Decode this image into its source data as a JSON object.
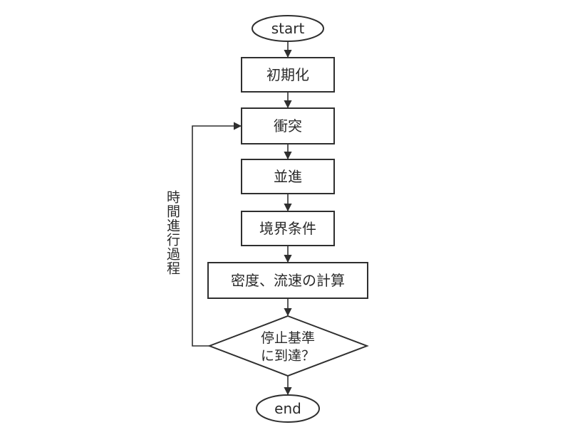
{
  "nodes": {
    "start": "start",
    "init": "初期化",
    "collision": "衝突",
    "streaming": "並進",
    "boundary": "境界条件",
    "calc": "密度、流速の計算",
    "decision_line1": "停止基準",
    "decision_line2": "に到達？",
    "end": "end"
  },
  "loop_label": "時間進行過程"
}
